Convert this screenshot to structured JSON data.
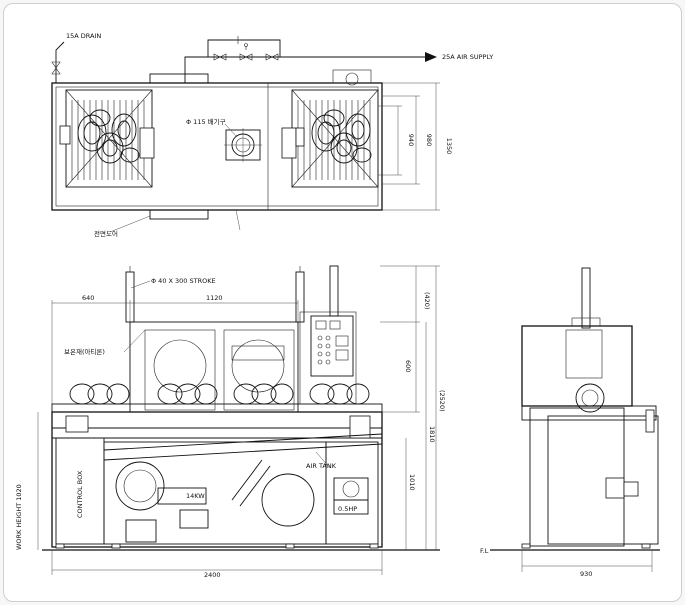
{
  "labels": {
    "drain": "15A DRAIN",
    "air_supply": "25A AIR SUPPLY",
    "exhaust": "Φ 115 배기구",
    "front_door": "전면도어",
    "stroke": "Φ 40 X 300 STROKE",
    "insulation": "보온재(아티론)",
    "air_tank": "AIR TANK",
    "control_box": "CONTROL BOX",
    "heater": "14KW",
    "motor": "0.5HP",
    "work_height": "WORK HEIGHT 1020",
    "fl": "F.L"
  },
  "dimensions": {
    "top_940": "940",
    "top_980": "980",
    "top_1350": "1350",
    "front_640": "640",
    "front_1120": "1120",
    "front_2400": "2400",
    "front_420": "(420)",
    "front_600": "600",
    "front_2520": "(2520)",
    "front_1810": "1810",
    "front_1010": "1010",
    "side_930": "930"
  },
  "colors": {
    "line": "#111111",
    "background": "#f7f7f7",
    "paper": "#ffffff"
  }
}
